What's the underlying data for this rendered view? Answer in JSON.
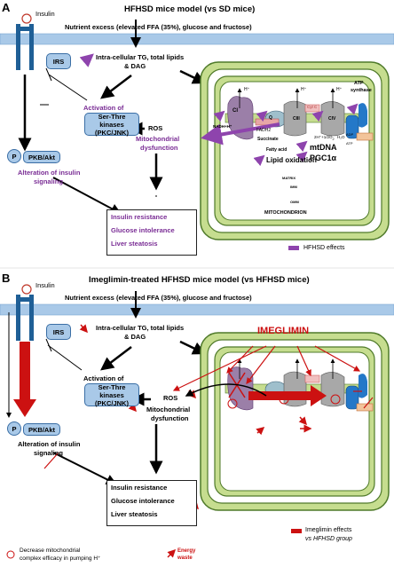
{
  "panel_a": {
    "letter": "A",
    "title": "HFHSD mice model (vs SD mice)",
    "insulin": "Insulin",
    "nutrient": "Nutrient excess (elevated FFA (35%), glucose and fructose)",
    "tg_line1": "Intra-cellular TG, total lipids",
    "tg_line2": "& DAG",
    "irs": "IRS",
    "activation": "Activation of",
    "kinase1": "Ser-Thre kinases",
    "kinase2": "(PKC/JNK)",
    "ros": "ROS",
    "mito_dys1": "Mitochondrial",
    "mito_dys2": "dysfunction",
    "p": "P",
    "pkb": "PKB/Akt",
    "alteration1": "Alteration of insulin",
    "alteration2": "signaling",
    "results": [
      "Insulin resistance",
      "Glucose intolerance",
      "Liver steatosis"
    ],
    "mito": {
      "nadh": "NADH+H⁺",
      "fadh2": "FADH2",
      "succinate": "Succinate",
      "fatty_acid": "Fatty acid",
      "ci": "CI",
      "cii": "CII",
      "ciii": "CIII",
      "civ": "CIV",
      "q": "Q",
      "cytc": "Cyt C",
      "hplus": "H⁺",
      "o2": "2H⁺+1/2O",
      "o2_sub": "2",
      "h2o": "H₂O",
      "adp": "ADP",
      "atp": "ATP",
      "atp_synthase1": "ATP",
      "atp_synthase2": "synthase",
      "mtdna": "mtDNA",
      "pgc1a": "PGC1α",
      "lipid_ox": "Lipid oxidation",
      "matrix": "MATRIX",
      "imm": "IMM",
      "omm": "OMM",
      "label": "MITOCHONDRION"
    },
    "legend": "HFHSD effects",
    "legend_color": "#8e44ad"
  },
  "panel_b": {
    "letter": "B",
    "title": "Imeglimin-treated HFHSD mice model (vs HFHSD mice)",
    "insulin": "Insulin",
    "nutrient": "Nutrient excess (elevated FFA (35%), glucose and fructose)",
    "imeglimin": "IMEGLIMIN",
    "tg_line1": "Intra-cellular TG, total lipids",
    "tg_line2": "& DAG",
    "irs": "IRS",
    "activation": "Activation of",
    "kinase1": "Ser-Thre kinases",
    "kinase2": "(PKC/JNK)",
    "ros": "ROS",
    "mito_dys1": "Mitochondrial",
    "mito_dys2": "dysfunction",
    "p": "P",
    "pkb": "PKB/Akt",
    "alteration1": "Alteration of insulin",
    "alteration2": "signaling",
    "results": [
      "Insulin resistance",
      "Glucose intolerance",
      "Liver steatosis"
    ],
    "legend1": "Imeglimin effects",
    "legend2": "vs HFHSD group",
    "legend_color": "#cc1111",
    "footer_circle": "Decrease mitochondrial",
    "footer_circle2": "complex efficacy in pumping H⁺",
    "footer_energy1": "Energy",
    "footer_energy2": "waste"
  },
  "colors": {
    "membrane": "#a9c9e8",
    "mito_outer": "#c6dd8f",
    "mito_border": "#4f7a2a",
    "purple": "#8e44ad",
    "red": "#cc1111",
    "complex": "#9b7fa8"
  }
}
